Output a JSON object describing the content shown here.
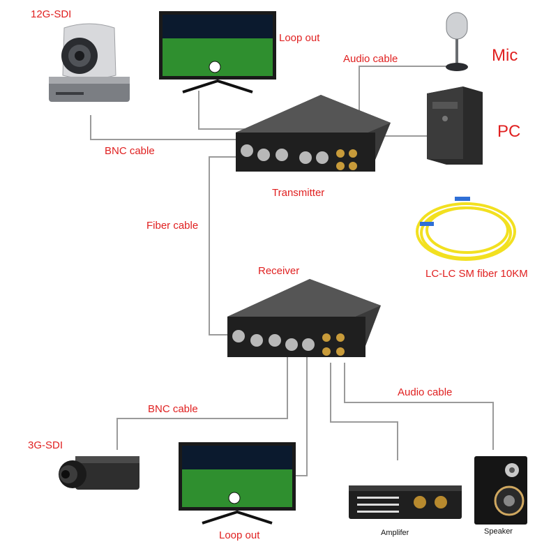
{
  "labels": {
    "source_camera": "12G-SDI",
    "loop_out_top": "Loop out",
    "audio_cable_top": "Audio cable",
    "mic": "Mic",
    "pc": "PC",
    "bnc_cable_top": "BNC cable",
    "transmitter": "Transmitter",
    "fiber_cable": "Fiber cable",
    "fiber_spec": "LC-LC SM fiber 10KM",
    "receiver": "Receiver",
    "audio_cable_bottom": "Audio cable",
    "bnc_cable_bottom": "BNC cable",
    "dest_camera": "3G-SDI",
    "loop_out_bottom": "Loop out",
    "amplifier": "Amplifer",
    "speaker": "Speaker"
  },
  "colors": {
    "label_red": "#e02020",
    "cable_gray": "#9a9a9a",
    "fiber_yellow": "#f2e020",
    "device_dark": "#2e2e2e"
  },
  "icons": [
    "ptz-camera-icon",
    "tv-monitor-icon",
    "microphone-icon",
    "pc-tower-icon",
    "transmitter-box-icon",
    "receiver-box-icon",
    "fiber-coil-icon",
    "box-camera-icon",
    "amplifier-icon",
    "speaker-icon"
  ]
}
